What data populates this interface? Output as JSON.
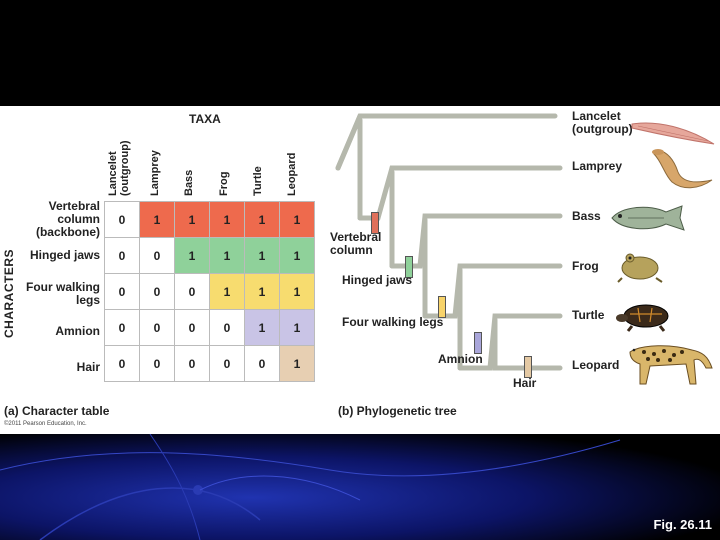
{
  "table": {
    "taxa_title": "TAXA",
    "characters_label": "CHARACTERS",
    "taxa": [
      "Lancelet\n(outgroup)",
      "Lamprey",
      "Bass",
      "Frog",
      "Turtle",
      "Leopard"
    ],
    "rows": [
      {
        "label": "Vertebral\ncolumn\n(backbone)",
        "values": [
          "0",
          "1",
          "1",
          "1",
          "1",
          "1"
        ],
        "color": "#ee6a4d"
      },
      {
        "label": "Hinged jaws",
        "values": [
          "0",
          "0",
          "1",
          "1",
          "1",
          "1"
        ],
        "color": "#8fd19a"
      },
      {
        "label": "Four walking\nlegs",
        "values": [
          "0",
          "0",
          "0",
          "1",
          "1",
          "1"
        ],
        "color": "#f7dc6f"
      },
      {
        "label": "Amnion",
        "values": [
          "0",
          "0",
          "0",
          "0",
          "1",
          "1"
        ],
        "color": "#c9c4e6"
      },
      {
        "label": "Hair",
        "values": [
          "0",
          "0",
          "0",
          "0",
          "0",
          "1"
        ],
        "color": "#e7cfb2"
      }
    ],
    "caption": "(a) Character table",
    "copyright": "©2011 Pearson Education, Inc."
  },
  "tree": {
    "caption": "(b) Phylogenetic tree",
    "taxa": [
      "Lancelet\n(outgroup)",
      "Lamprey",
      "Bass",
      "Frog",
      "Turtle",
      "Leopard"
    ],
    "characters": [
      {
        "label": "Vertebral\ncolumn",
        "color": "#e0705a"
      },
      {
        "label": "Hinged jaws",
        "color": "#8fd19a"
      },
      {
        "label": "Four walking legs",
        "color": "#f7d36a"
      },
      {
        "label": "Amnion",
        "color": "#a9a6da"
      },
      {
        "label": "Hair",
        "color": "#e4c9a4"
      }
    ],
    "animal_icons": [
      "lancelet-icon",
      "lamprey-icon",
      "bass-icon",
      "frog-icon",
      "turtle-icon",
      "leopard-icon"
    ]
  },
  "slide": {
    "figure_number": "Fig. 26.11",
    "background_color": "#000000",
    "accent_color": "#1a2c9a"
  }
}
